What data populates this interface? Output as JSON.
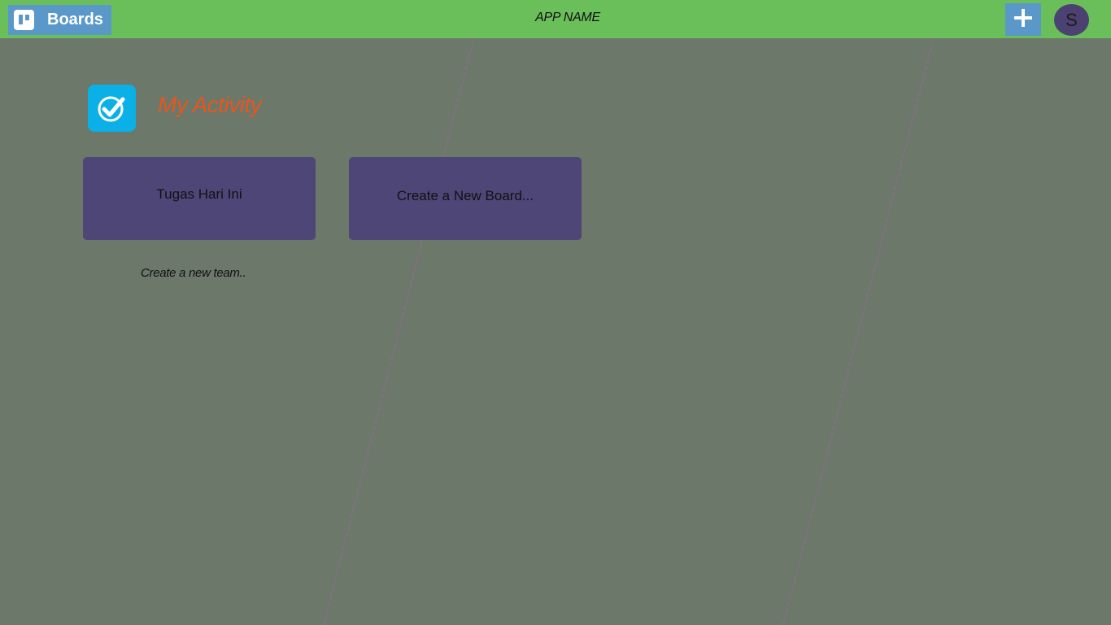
{
  "header": {
    "boards_label": "Boards",
    "app_name": "APP NAME",
    "add_icon": "plus-icon",
    "avatar_initial": "S"
  },
  "main": {
    "section_title": "My Activity",
    "section_icon": "check-circle-icon",
    "boards": [
      {
        "label": "Tugas Hari Ini"
      },
      {
        "label": "Create a New Board..."
      }
    ],
    "create_team_label": "Create a new team.."
  },
  "colors": {
    "topbar": "#6abf5a",
    "background": "#6b786a",
    "button_blue": "#5a98c9",
    "card": "#4e4677",
    "title_orange": "#e8561e",
    "activity_icon": "#0ab0e6",
    "avatar": "#4b4272"
  }
}
